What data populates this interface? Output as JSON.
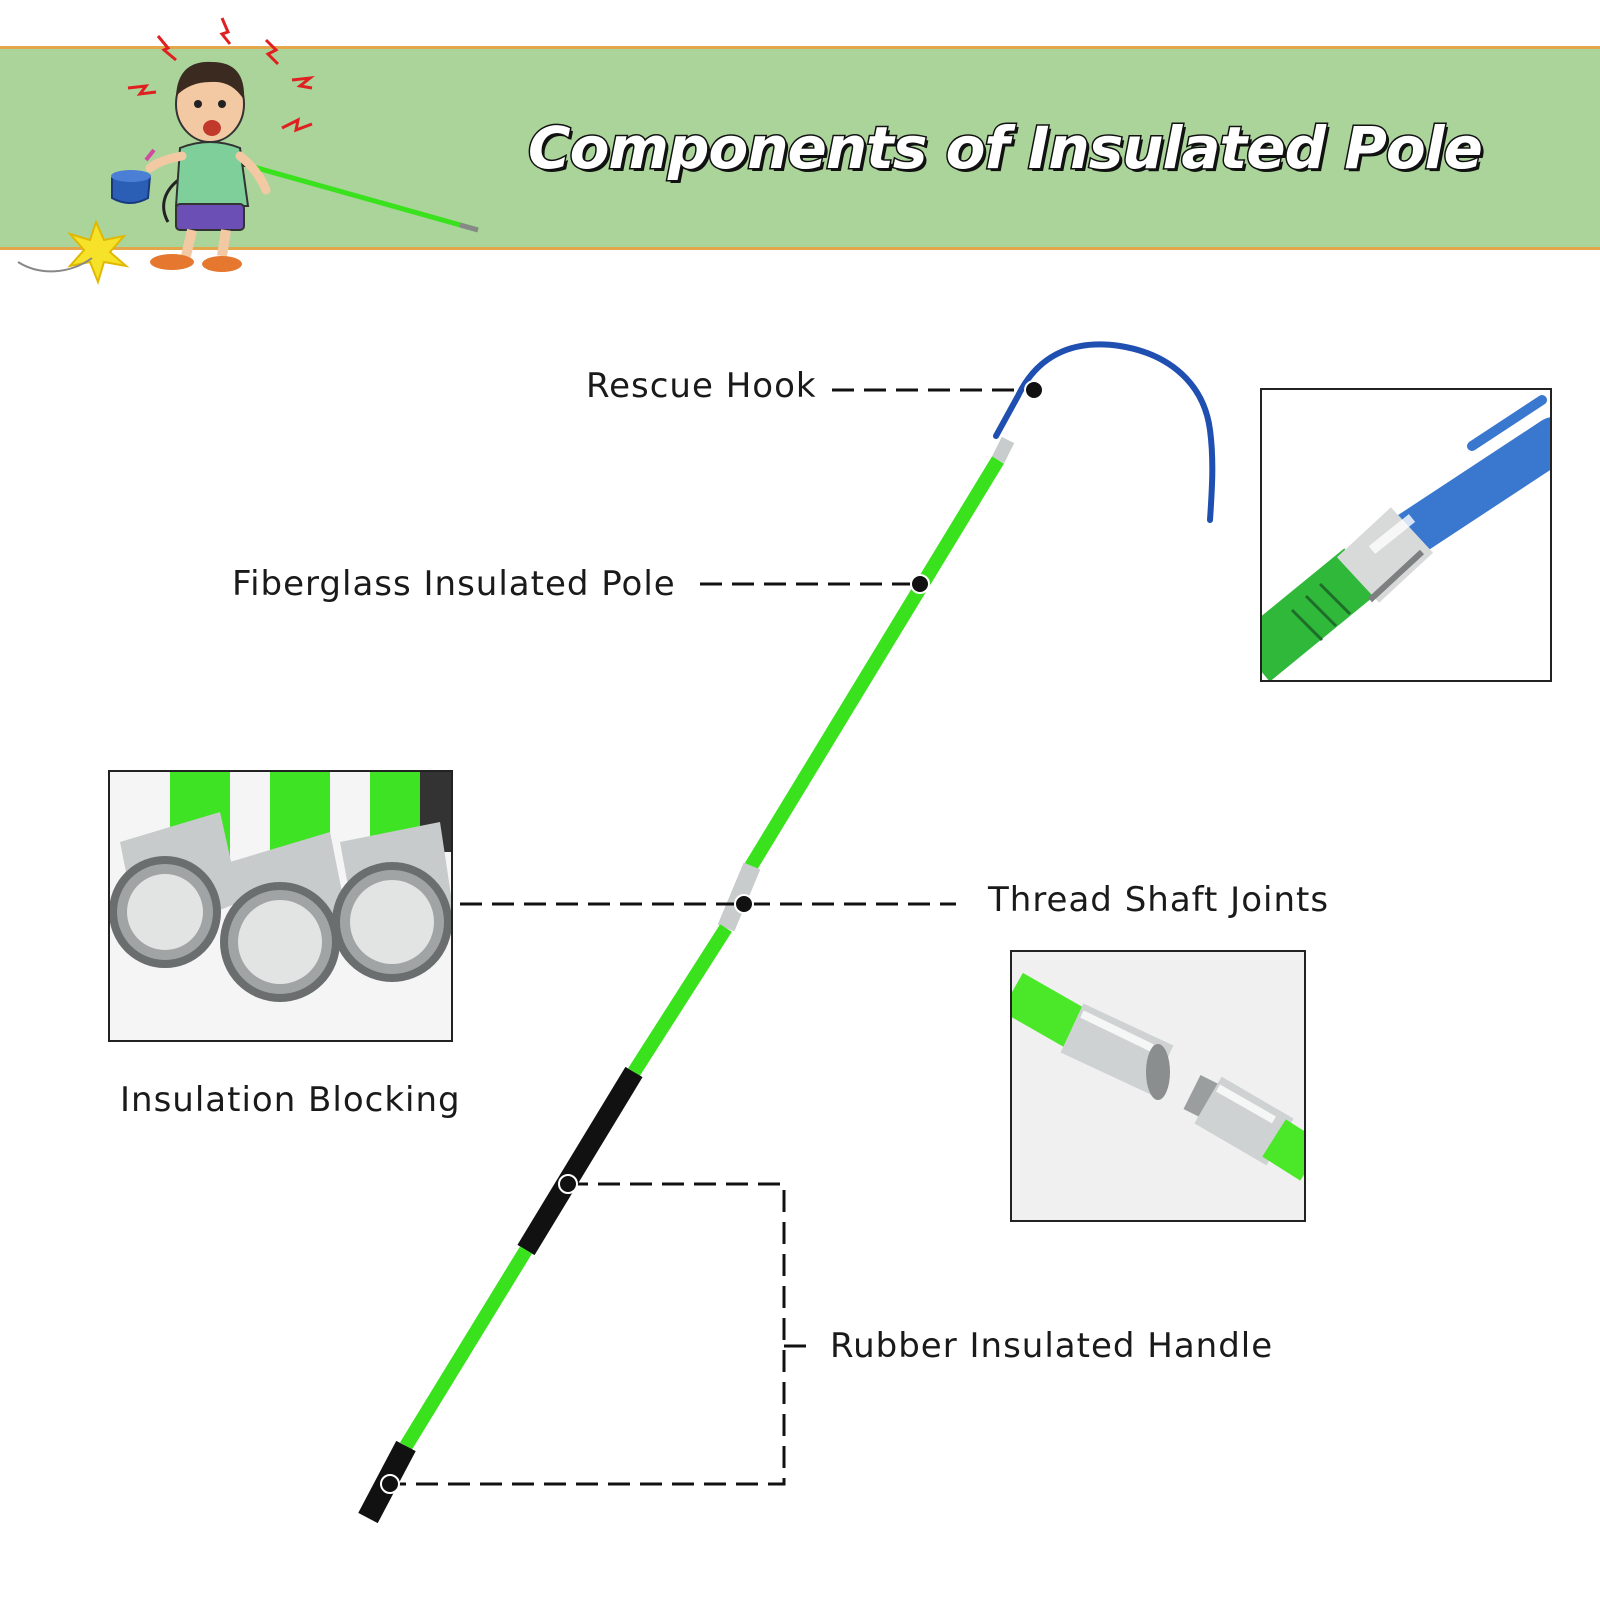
{
  "banner": {
    "title": "Components of Insulated Pole",
    "background_color": "#abd49b",
    "border_color": "#e3a64a",
    "illustration": "child-electric-shock-cartoon"
  },
  "components": {
    "rescue_hook": "Rescue Hook",
    "fiberglass_pole": "Fiberglass Insulated Pole",
    "thread_joints": "Thread Shaft Joints",
    "insulation_blocking": "Insulation Blocking",
    "rubber_handle": "Rubber Insulated Handle"
  },
  "colors": {
    "pole": "#39e21c",
    "hook": "#1f4fb0",
    "handle": "#111111",
    "metal": "#c9cccc"
  },
  "photos": [
    {
      "name": "hook-closeup-photo"
    },
    {
      "name": "insulation-blocking-photo"
    },
    {
      "name": "thread-joint-photo"
    }
  ]
}
